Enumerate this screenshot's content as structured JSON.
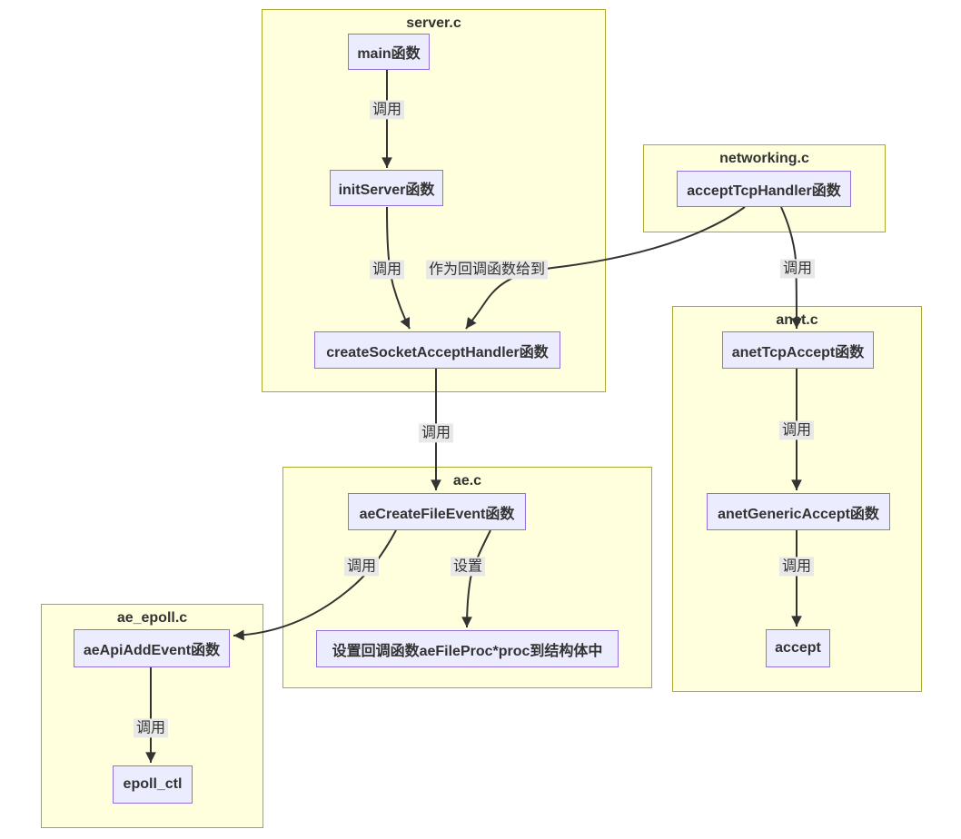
{
  "diagram": {
    "type": "flowchart",
    "colors": {
      "node_fill": "#ECECFF",
      "node_border": "#9370DB",
      "cluster_fill": "#ffffde",
      "cluster_border": "#aaaa33",
      "edge_color": "#333333",
      "edge_label_bg": "#e8e8e8",
      "text_color": "#333333",
      "background": "#ffffff"
    },
    "subgraphs": [
      {
        "title": "server.c"
      },
      {
        "title": "networking.c"
      },
      {
        "title": "anet.c"
      },
      {
        "title": "ae.c"
      },
      {
        "title": "ae_epoll.c"
      }
    ],
    "nodes": [
      {
        "label": "main函数",
        "file": "server.c"
      },
      {
        "label": "initServer函数",
        "file": "server.c"
      },
      {
        "label": "createSocketAcceptHandler函数",
        "file": "server.c"
      },
      {
        "label": "acceptTcpHandler函数",
        "file": "networking.c"
      },
      {
        "label": "anetTcpAccept函数",
        "file": "anet.c"
      },
      {
        "label": "anetGenericAccept函数",
        "file": "anet.c"
      },
      {
        "label": "accept",
        "file": "anet.c"
      },
      {
        "label": "aeCreateFileEvent函数",
        "file": "ae.c"
      },
      {
        "label": "设置回调函数aeFileProc*proc到结构体中",
        "file": "ae.c"
      },
      {
        "label": "aeApiAddEvent函数",
        "file": "ae_epoll.c"
      },
      {
        "label": "epoll_ctl",
        "file": "ae_epoll.c"
      }
    ],
    "edges": [
      {
        "from": "main函数",
        "to": "initServer函数",
        "label": "调用"
      },
      {
        "from": "initServer函数",
        "to": "createSocketAcceptHandler函数",
        "label": "调用"
      },
      {
        "from": "acceptTcpHandler函数",
        "to": "createSocketAcceptHandler函数",
        "label": "作为回调函数给到"
      },
      {
        "from": "acceptTcpHandler函数",
        "to": "anetTcpAccept函数",
        "label": "调用"
      },
      {
        "from": "createSocketAcceptHandler函数",
        "to": "aeCreateFileEvent函数",
        "label": "调用"
      },
      {
        "from": "anetTcpAccept函数",
        "to": "anetGenericAccept函数",
        "label": "调用"
      },
      {
        "from": "aeCreateFileEvent函数",
        "to": "aeApiAddEvent函数",
        "label": "调用"
      },
      {
        "from": "aeCreateFileEvent函数",
        "to": "设置回调函数aeFileProc*proc到结构体中",
        "label": "设置"
      },
      {
        "from": "anetGenericAccept函数",
        "to": "accept",
        "label": "调用"
      },
      {
        "from": "aeApiAddEvent函数",
        "to": "epoll_ctl",
        "label": "调用"
      }
    ]
  }
}
